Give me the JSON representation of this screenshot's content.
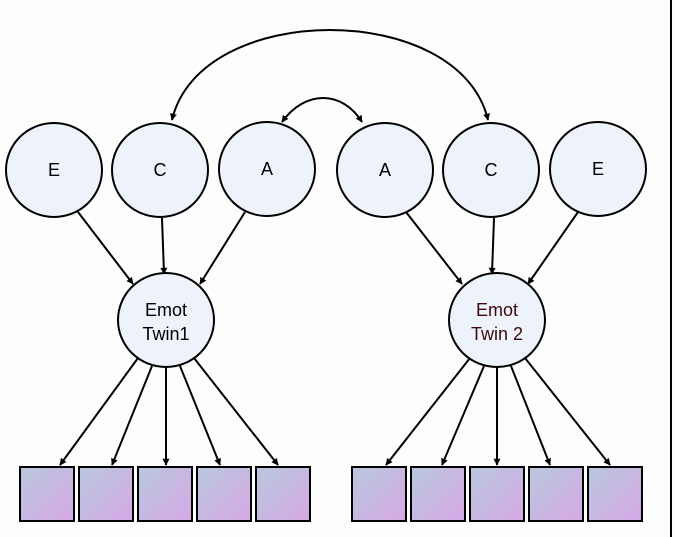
{
  "latent_factors": [
    {
      "id": "E1",
      "label": "E"
    },
    {
      "id": "C1",
      "label": "C"
    },
    {
      "id": "A1",
      "label": "A"
    },
    {
      "id": "A2",
      "label": "A"
    },
    {
      "id": "C2",
      "label": "C"
    },
    {
      "id": "E2",
      "label": "E"
    }
  ],
  "traits": [
    {
      "id": "T1",
      "line1": "Emot",
      "line2": "Twin1"
    },
    {
      "id": "T2",
      "line1": "Emot",
      "line2": "Twin 2"
    }
  ],
  "indicator_count_per_twin": 5,
  "colors": {
    "background": "#fdfdfd",
    "node_fill": "#eef3fb",
    "stroke": "#000000",
    "indicator_top": "#b8c8dc",
    "indicator_bottom": "#d6a8e6",
    "twin2_text": "#3a0a0a"
  }
}
